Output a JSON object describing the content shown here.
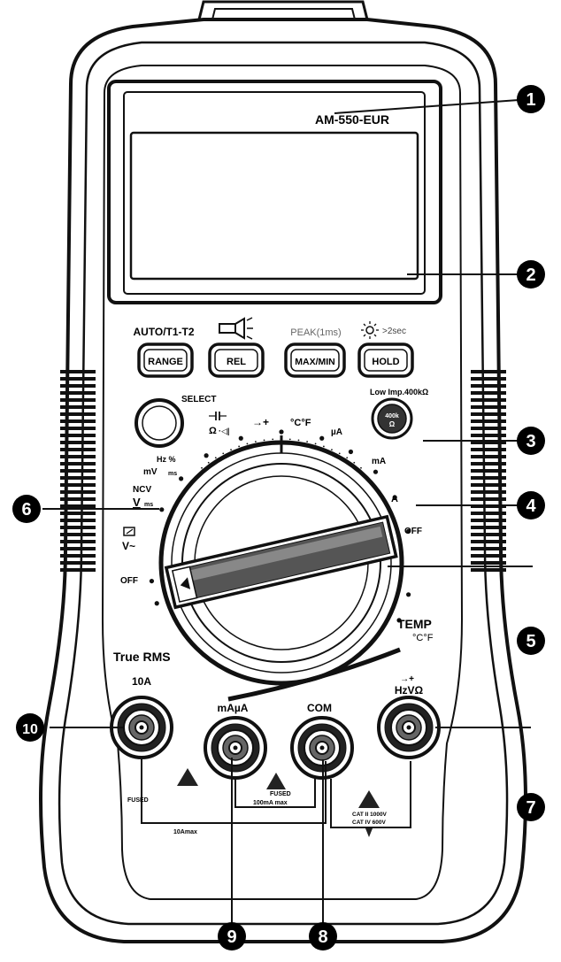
{
  "device": {
    "model": "AM-550-EUR",
    "true_rms": "True RMS"
  },
  "buttons": [
    {
      "top_label": "AUTO/T1-T2",
      "label": "RANGE"
    },
    {
      "top_label": "",
      "label": "REL"
    },
    {
      "top_label": "PEAK(1ms)",
      "label": "MAX/MIN"
    },
    {
      "top_label": ">2sec",
      "label": "HOLD"
    }
  ],
  "select_label": "SELECT",
  "low_imp": {
    "caption": "Low Imp.400kΩ",
    "face_top": "400k",
    "face_bottom": "Ω"
  },
  "dial": {
    "cap_diode": "Ω",
    "diode": "→+",
    "temp": "°C°F",
    "micro_amp": "µA",
    "milli_amp": "mA",
    "amp": "A",
    "off_right": "OFF",
    "hz": "Hz %",
    "mv": "mV",
    "ncv": "NCV",
    "v": "V",
    "lowz_v": "V~",
    "off_left": "OFF",
    "rms_suffix": "ms"
  },
  "temp_label": "TEMP",
  "temp_units": "°C°F",
  "jacks": [
    {
      "label": "10A"
    },
    {
      "label": "mAµA"
    },
    {
      "label": "COM"
    },
    {
      "label": "HzVΩ",
      "sub": "→+"
    }
  ],
  "fuse_labels": {
    "fused_left": "FUSED",
    "fused_mid": "FUSED",
    "max_mid": "100mA max",
    "max_bottom": "10Amax",
    "cat_1": "CAT II 1000V",
    "cat_2": "CAT IV 600V"
  },
  "callouts": [
    "1",
    "2",
    "3",
    "4",
    "5",
    "6",
    "7",
    "8",
    "9",
    "10"
  ]
}
